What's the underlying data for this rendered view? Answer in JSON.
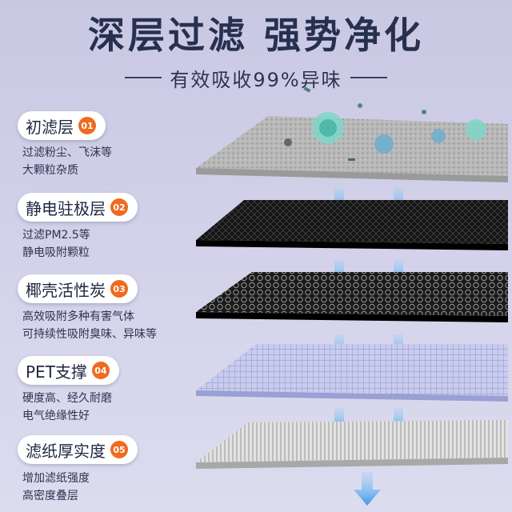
{
  "header": {
    "title": "深层过滤  强势净化",
    "subtitle": "有效吸收99%异味"
  },
  "layers": [
    {
      "name": "初滤层",
      "badge": "01",
      "desc": [
        "过滤粉尘、飞沫等",
        "大颗粒杂质"
      ]
    },
    {
      "name": "静电驻极层",
      "badge": "02",
      "desc": [
        "过滤PM2.5等",
        "静电吸附颗粒"
      ]
    },
    {
      "name": "椰壳活性炭",
      "badge": "03",
      "desc": [
        "高效吸附多种有害气体",
        "可持续性吸附臭味、异味等"
      ]
    },
    {
      "name": "PET支撑",
      "badge": "04",
      "desc": [
        "硬度高、经久耐磨",
        "电气绝缘性好"
      ]
    },
    {
      "name": "滤纸厚实度",
      "badge": "05",
      "desc": [
        "增加滤纸强度",
        "高密度叠层"
      ]
    }
  ],
  "colors": {
    "badge": "#f06a20",
    "title": "#27304f",
    "arrow": "#3d9be8"
  }
}
